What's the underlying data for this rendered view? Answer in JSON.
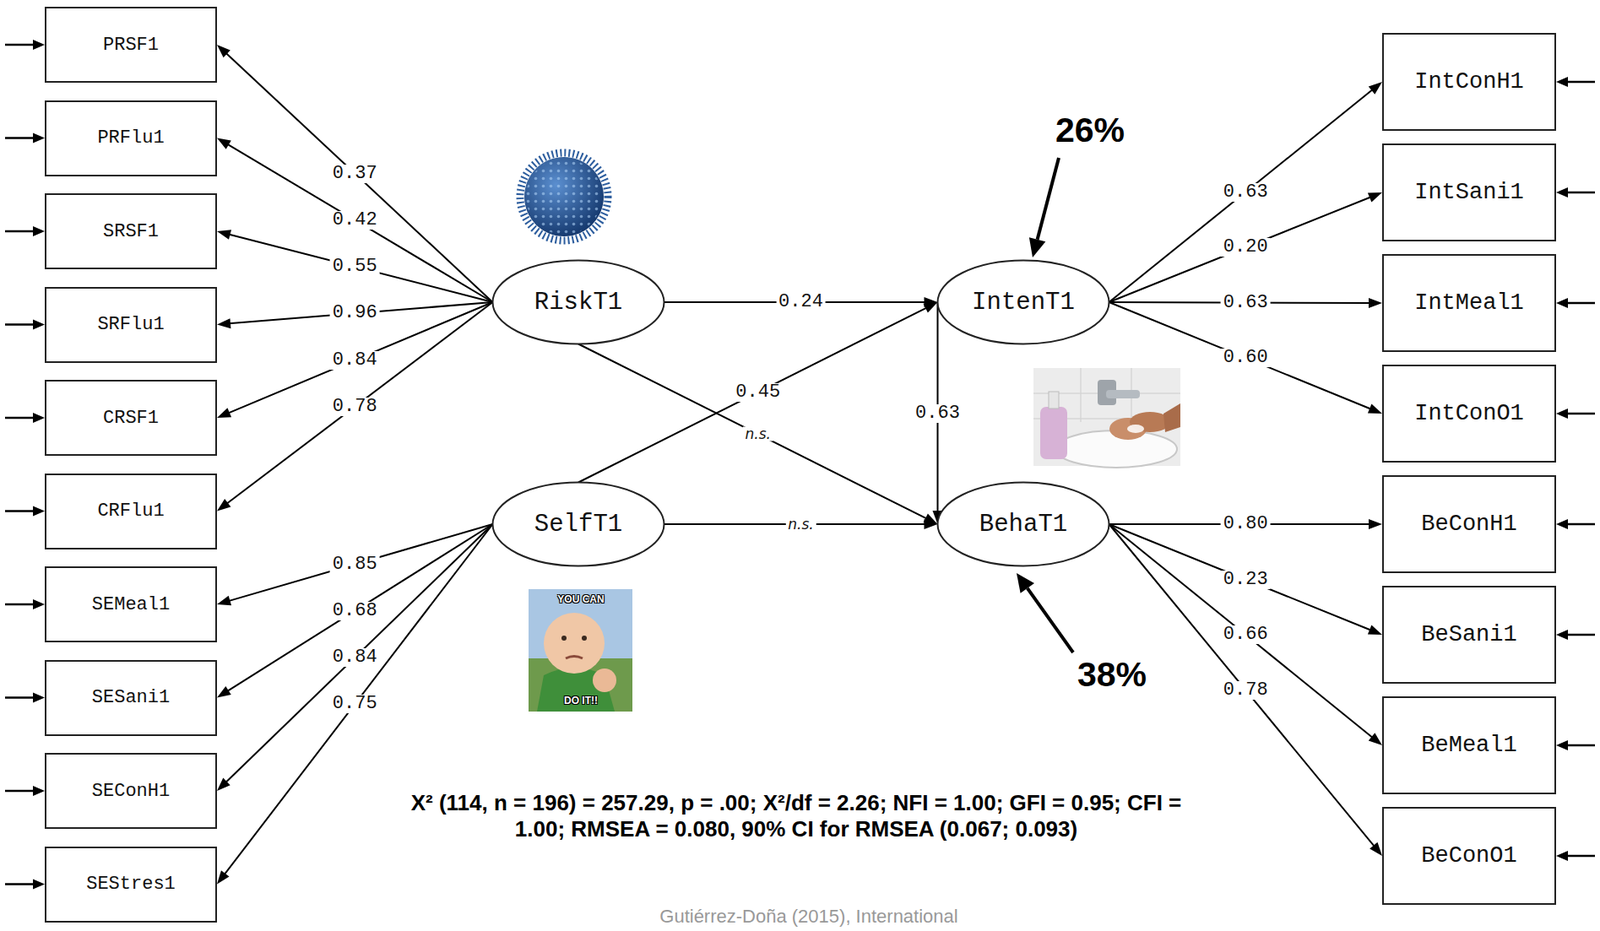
{
  "diagram": {
    "nodes": [
      {
        "text": [
          "PRSF1"
        ]
      },
      {
        "text": [
          "PRFlu1"
        ]
      },
      {
        "text": [
          "SRSF1"
        ]
      },
      {
        "text": [
          "SRFlu1"
        ]
      },
      {
        "text": [
          "CRSF1"
        ]
      },
      {
        "text": [
          "CRFlu1"
        ]
      },
      {
        "text": [
          "SEMeal1"
        ]
      },
      {
        "text": [
          "SESani1"
        ]
      },
      {
        "text": [
          "SEConH1"
        ]
      },
      {
        "text": [
          "SEStres1"
        ]
      },
      {
        "text": [
          "RiskT1"
        ]
      },
      {
        "text": [
          "SelfT1"
        ]
      },
      {
        "text": [
          "IntenT1"
        ]
      },
      {
        "text": [
          "BehaT1"
        ]
      },
      {
        "text": [
          "IntConH1"
        ]
      },
      {
        "text": [
          "IntSani1"
        ]
      },
      {
        "text": [
          "IntMeal1"
        ]
      },
      {
        "text": [
          "IntConO1"
        ]
      },
      {
        "text": [
          "BeConH1"
        ]
      },
      {
        "text": [
          "BeSani1"
        ]
      },
      {
        "text": [
          "BeMeal1"
        ]
      },
      {
        "text": [
          "BeConO1"
        ]
      }
    ],
    "edges": [
      {
        "from": 10,
        "to": 0,
        "label": "0.37",
        "arrow": "to"
      },
      {
        "from": 10,
        "to": 1,
        "label": "0.42",
        "arrow": "to"
      },
      {
        "from": 10,
        "to": 2,
        "label": "0.55",
        "arrow": "to"
      },
      {
        "from": 10,
        "to": 3,
        "label": "0.96",
        "arrow": "to"
      },
      {
        "from": 10,
        "to": 4,
        "label": "0.84",
        "arrow": "to"
      },
      {
        "from": 10,
        "to": 5,
        "label": "0.78",
        "arrow": "to"
      },
      {
        "from": 11,
        "to": 6,
        "label": "0.85",
        "arrow": "to"
      },
      {
        "from": 11,
        "to": 7,
        "label": "0.68",
        "arrow": "to"
      },
      {
        "from": 11,
        "to": 8,
        "label": "0.84",
        "arrow": "to"
      },
      {
        "from": 11,
        "to": 9,
        "label": "0.75",
        "arrow": "to"
      },
      {
        "from": 10,
        "to": 12,
        "label": "0.24",
        "arrow": "to"
      },
      {
        "from": 11,
        "to": 12,
        "label": "0.45",
        "arrow": "to"
      },
      {
        "from": 10,
        "to": 13,
        "label": "n.s.",
        "arrow": "to"
      },
      {
        "from": 11,
        "to": 13,
        "label": "n.s.",
        "arrow": "to"
      },
      {
        "from": 12,
        "to": 13,
        "label": "0.63",
        "arrow": "to"
      },
      {
        "from": 12,
        "to": 14,
        "label": "0.63",
        "arrow": "to"
      },
      {
        "from": 12,
        "to": 15,
        "label": "0.20",
        "arrow": "to"
      },
      {
        "from": 12,
        "to": 16,
        "label": "0.63",
        "arrow": "to"
      },
      {
        "from": 12,
        "to": 17,
        "label": "0.60",
        "arrow": "to"
      },
      {
        "from": 13,
        "to": 18,
        "label": "0.80",
        "arrow": "to"
      },
      {
        "from": 13,
        "to": 19,
        "label": "0.23",
        "arrow": "to"
      },
      {
        "from": 13,
        "to": 20,
        "label": "0.66",
        "arrow": "to"
      },
      {
        "from": 13,
        "to": 21,
        "label": "0.78",
        "arrow": "to"
      }
    ],
    "labels": [
      "26%",
      "38%",
      "YOU CAN",
      "DO IT!!",
      "X² (114, n = 196) = 257.29, p = .00; X²/df = 2.26; NFI = 1.00; GFI = 0.95; CFI = 1.00; RMSEA = 0.080, 90% CI for RMSEA (0.067; 0.093)",
      "Gutiérrez-Doña (2015), International"
    ]
  }
}
